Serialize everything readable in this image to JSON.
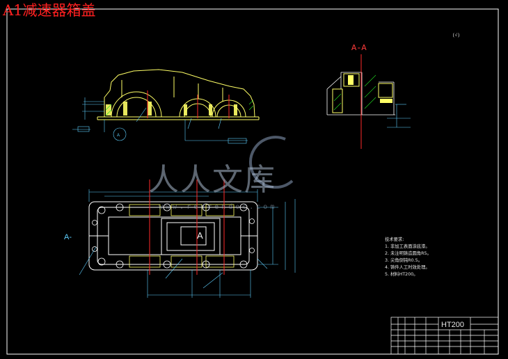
{
  "title": "A1减速器箱盖",
  "section_label": "A-A",
  "view_marker": "A-",
  "view_marker_center": "A",
  "corner_note": "(√)",
  "watermark": {
    "chinese": "人人文库",
    "english": "www.renrendoc.com"
  },
  "technical_requirements": {
    "heading": "技术要求:",
    "items": [
      "1. 非加工表面涂底漆。",
      "2. 未注明铸造圆角R5。",
      "3. 尖角倒钝R0.5。",
      "4. 铸件人工时效处理。",
      "5. 材料HT200。"
    ]
  },
  "title_block": {
    "material": "HT200"
  },
  "colors": {
    "background": "#000000",
    "outline": "#ffffff",
    "part_fill": "#ffff66",
    "centerline": "#ff2a2a",
    "dimension": "#5fd0ff",
    "hatch": "#20e020"
  }
}
